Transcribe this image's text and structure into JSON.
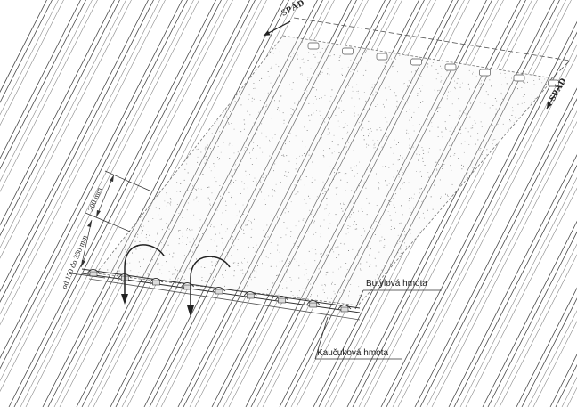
{
  "labels": {
    "butyl": "Butylová hmota",
    "rubber": "Kaučuková hmota",
    "slope_top": "SPÁD",
    "slope_right": "SPÁD",
    "dim_overlap": "200 mm",
    "dim_range": "od 150 do 350 mm"
  },
  "icons": {
    "slope_arrow": "arrow-left-icon",
    "curl_arrow": "curved-arrow-down-icon"
  },
  "colors": {
    "line": "#4a4a4a",
    "sheet_fill": "#ececec",
    "panel_fill": "#f7f7f7",
    "speckle": "#555555"
  }
}
